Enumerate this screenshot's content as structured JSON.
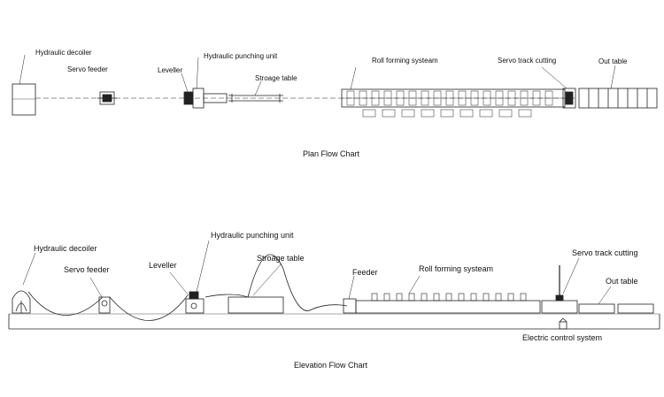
{
  "plan": {
    "caption": "Plan Flow Chart",
    "labels": {
      "decoiler": "Hydraulic decoiler",
      "feeder": "Servo feeder",
      "leveller": "Leveller",
      "punching": "Hydraulic punching unit",
      "storage": "Stroage table",
      "rollforming": "Roll forming systeam",
      "cutting": "Servo track cutting",
      "outtable": "Out table"
    }
  },
  "elevation": {
    "caption": "Elevation Flow Chart",
    "labels": {
      "decoiler": "Hydraulic decoiler",
      "feeder": "Servo feeder",
      "leveller": "Leveller",
      "punching": "Hydraulic punching unit",
      "storage": "Stroage table",
      "feeder2": "Feeder",
      "rollforming": "Roll forming systeam",
      "cutting": "Servo track cutting",
      "outtable": "Out table",
      "control": "Electric control system"
    }
  }
}
